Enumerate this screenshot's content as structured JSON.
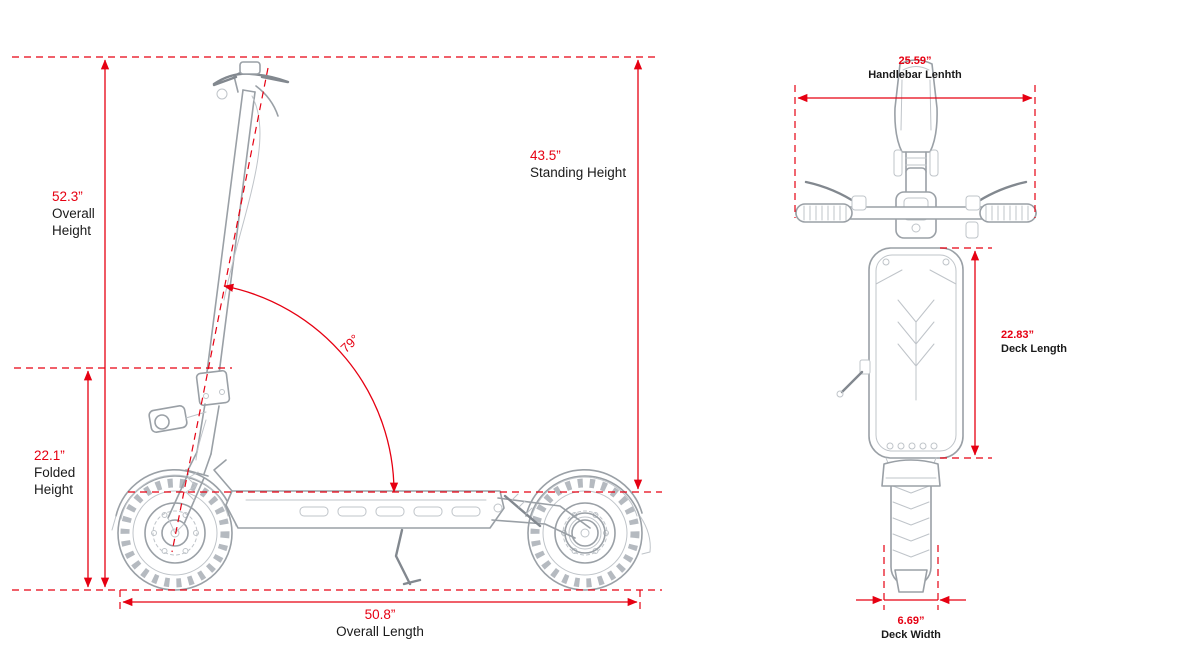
{
  "diagram": {
    "side_view": {
      "overall_height_value": "52.3”",
      "overall_height_label1": "Overall",
      "overall_height_label2": "Height",
      "standing_height_value": "43.5”",
      "standing_height_label": "Standing Height",
      "folded_height_value": "22.1”",
      "folded_height_label1": "Folded",
      "folded_height_label2": "Height",
      "overall_length_value": "50.8”",
      "overall_length_label": "Overall Length",
      "fold_angle_value": "79°"
    },
    "top_view": {
      "handlebar_length_value": "25.59”",
      "handlebar_length_label": "Handlebar Lenhth",
      "deck_length_value": "22.83”",
      "deck_length_label": "Deck Length",
      "deck_width_value": "6.69”",
      "deck_width_label": "Deck Width"
    },
    "colors": {
      "dimension_red": "#e60012",
      "label_black": "#1a1a1a",
      "line_art_gray": "#9aa0a6"
    }
  }
}
